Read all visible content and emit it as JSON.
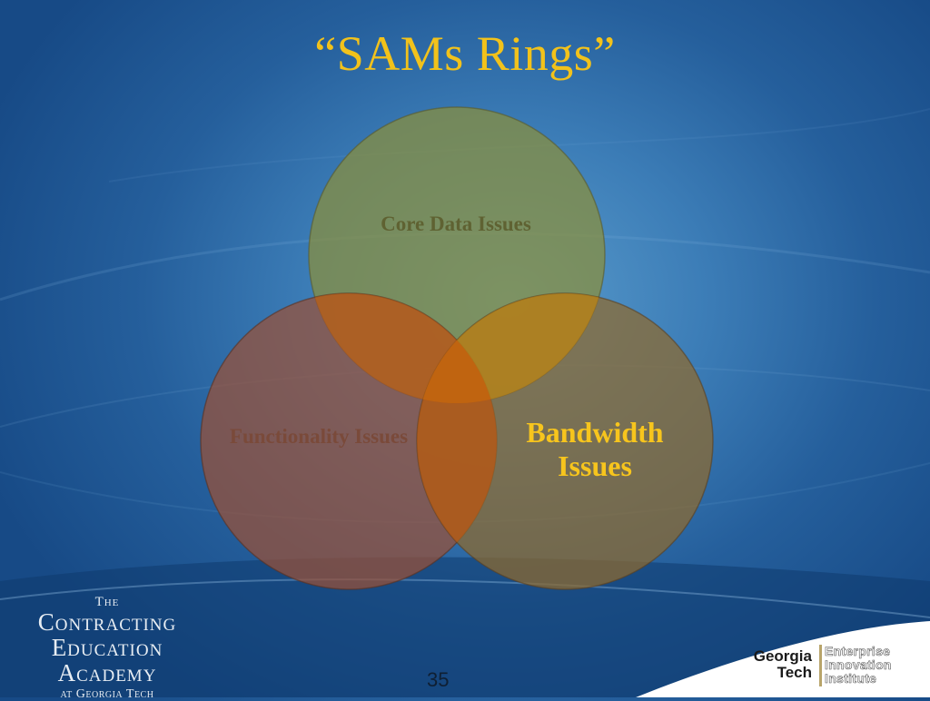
{
  "slide": {
    "title": "“SAMs Rings”",
    "page_number": "35"
  },
  "diagram": {
    "rings": [
      {
        "label": "Core Data Issues",
        "color": "#8a8f3a"
      },
      {
        "label": "Functionality Issues",
        "color": "#9a5036"
      },
      {
        "label": "Bandwidth Issues",
        "color": "#8f6a2c"
      }
    ],
    "highlighted_ring": "Bandwidth Issues",
    "overlap_color": "#c8630e"
  },
  "branding": {
    "left_logo": {
      "the": "The",
      "line1": "Contracting",
      "line2": "Education",
      "line3": "Academy",
      "at": "at Georgia Tech"
    },
    "right_logo": {
      "georgia": "Georgia",
      "tech": "Tech",
      "enterprise": "Enterprise",
      "innovation": "Innovation",
      "institute": "Institute"
    }
  },
  "colors": {
    "title": "#f2c21b",
    "background": "#2a66a3"
  }
}
